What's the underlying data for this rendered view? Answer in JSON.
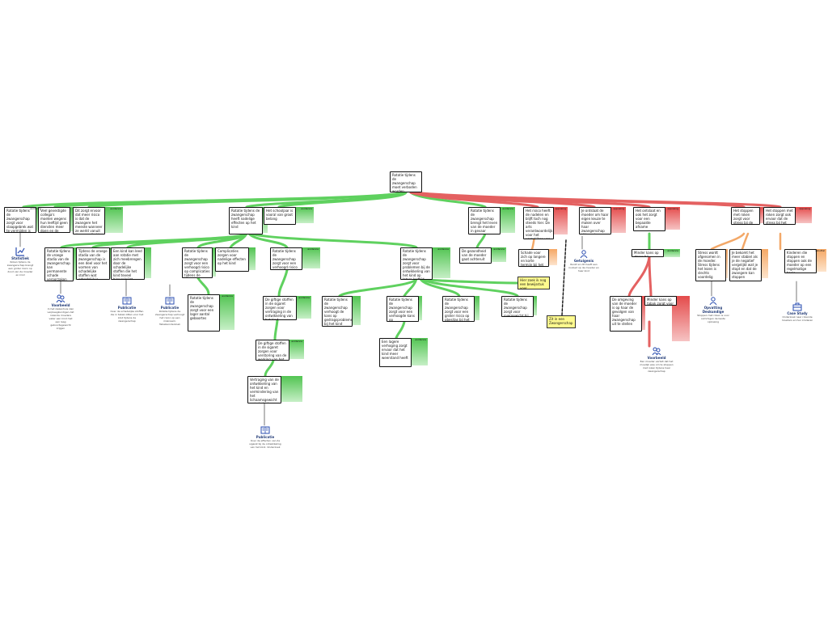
{
  "colors": {
    "support": "#52c452",
    "oppose": "#e44b4b",
    "rebuttal": "#f5a865",
    "note": "#fffb8f"
  },
  "root": {
    "text": "Rotatie tijdens de zwangerschap moet verboden worden"
  },
  "nodes": {
    "n1": {
      "text": "Rotatie tijdens de zwangerschap zorgt voor slaapgebrek wat te vermijden is",
      "tag": "evidence"
    },
    "n2": {
      "text": "Veel gevestigde collega's moeten wegens hun leeftijd geen diensten meer doen en de ondertussen zwangere het woord doet",
      "tag": "evidence"
    },
    "n3": {
      "text": "Dit zorgt ervoor dat meer risico is dat de zwangere het meeste wanneer ze werkt vanuit de gezondheid van de zwangerschap",
      "tag": "evidence"
    },
    "n4": {
      "text": "Rotatie tijdens de zwangerschap heeft nadelige effecten op het kind",
      "tag": "evidence"
    },
    "n5": {
      "text": "Het schooljaar is vooral van groot belang",
      "tag": "evidence"
    },
    "n6": {
      "text": "Rotatie tijdens de zwangerschap brengt het leven van de moeder in gevaar",
      "tag": "evidence"
    },
    "n7": {
      "text": "Het risico heeft de nadelen en blijft toch nog steeds hier. De arts verantwoordelijk voor het vergelijken van de moeder",
      "tag": "opposing"
    },
    "n8": {
      "text": "Je ontslaat de moeder om haar eigen keuze te maken over haar zwangerschap tijdens de zwangerschap",
      "tag": "opposing"
    },
    "n9": {
      "text": "Het ontslaat en ook het zorgt voor een bepaalde afname",
      "tag": "opposing"
    },
    "n10": {
      "text": "Het stoppen met roken zorgt voor stress bij de moeder",
      "tag": "opposing"
    },
    "n11": {
      "text": "Het stoppen met roken zorgt ook ervoor dat de stress bij het kind",
      "tag": "opposing"
    },
    "n12": {
      "text": "Rotatie tijdens de vroege stadia van de zwangerschap kan permanente schade veroorzaken bij het kind",
      "tag": "evidence"
    },
    "n13": {
      "text": "Tijdens de vroege stadia van de zwangerschap is een deel voor het vormen van schadelijke stoffen wat schadelijk is",
      "tag": "evidence"
    },
    "n14": {
      "text": "Een kind kan leed aan rotatie met zich meebrengen door de schadelijke stoffen die het kind teveel binnenkrijgt",
      "tag": "evidence"
    },
    "n15": {
      "text": "Rotatie tijdens de zwangerschap zorgt voor een verhoogd risico op complicaties tijdens de zwangerschap",
      "tag": "evidence"
    },
    "n16": {
      "text": "Complicaties zorgen voor nadelige effecten op het kind",
      "tag": "evidence"
    },
    "n17": {
      "text": "Rotatie tijdens de zwangerschap zorgt voor een verhoogd risico op een miskraam",
      "tag": "evidence"
    },
    "n18": {
      "text": "Rotatie tijdens de zwangerschap zorgt voor problemen bij de ontwikkeling van het kind op latere leeftijd",
      "tag": "evidence"
    },
    "n19": {
      "text": "De gezondheid van de moeder gaat achteruit",
      "tag": "evidence"
    },
    "n20": {
      "text": "Schade voor zich op langere en korte termijn bij het kind",
      "tag": "rebuttal"
    },
    "n21": {
      "text": "Minder kans op stress bij moeder",
      "tag": "evidence"
    },
    "n22": {
      "text": "Stress wordt afgenomen in de moeder. Stress tijdens het lezen is slechts voordelig",
      "tag": "rebuttal"
    },
    "n23": {
      "text": "Je bekomt het meer stabiel als je de negatief vergelijkt wat je stopt en dat de zwangere kan stoppen",
      "tag": "rebuttal"
    },
    "n24": {
      "text": "Kinderen die stoppen en stoppen ook de moeder op een regelmatige basis",
      "tag": "rebuttal"
    },
    "n25": {
      "text": "Rotatie tijdens de zwangerschap zorgt voor een lager aantal geboortes",
      "tag": "evidence"
    },
    "n26": {
      "text": "De giftige stoffen in de sigaret zorgen voor vertraging in de ontwikkeling van het kind",
      "tag": "evidence"
    },
    "n27": {
      "text": "Rotatie tijdens de zwangerschap verhoogt de kans op gedragsproblemen bij het kind",
      "tag": "evidence"
    },
    "n28": {
      "text": "Rotatie tijdens de zwangerschap zorgt voor een verhoogde kans op ademhalingsproblemen bij het kind",
      "tag": "evidence"
    },
    "n29": {
      "text": "Rotatie tijdens de zwangerschap zorgt voor een groter risico op obesitas bij het kind op latere leeftijd",
      "tag": "evidence"
    },
    "n30": {
      "text": "Rotatie tijdens de zwangerschap zorgt voor overgewicht bij het kind",
      "tag": "evidence"
    },
    "n31": {
      "text": "De giftige stoffen in de sigaret zorgen voor verstoring van de werking van het kind",
      "tag": "evidence"
    },
    "n32": {
      "text": "Een lagere verhoging zorgt ervoor dat het kind meer weerstand heeft",
      "tag": "evidence"
    },
    "n33": {
      "text": "De omgeving van de moeder is op haar de gevolgen van haar zwangerschap uit te stellen",
      "tag": "opposing"
    },
    "n34": {
      "text": "Minder kans op tabak zorgt voor stoppen met roken",
      "tag": "opposing"
    },
    "n35": {
      "text": "Vertraging van de ontwikkeling van het kind en vermindering van het lichaamsgewicht wat slecht is voor het kind",
      "tag": "evidence"
    }
  },
  "notes": {
    "m1": "Hier zoek ik nog een bewijsstuk voor",
    "m2": "Zit in een Zwangerschap"
  },
  "evidence": [
    {
      "icon": "statistic-icon",
      "title": "Statistiek",
      "desc": "Roken tijdens de zwangerschap brengt een groter risico op dood van de moeder en kind"
    },
    {
      "icon": "expert-icon",
      "title": "Voorbeeld",
      "desc": "In het ziekenhuis zien verpleegkundigen dat rokende moeders vaker een kind met een laag geboortegewicht krijgen"
    },
    {
      "icon": "publication-icon",
      "title": "Publicatie",
      "desc": "Over de schadelijke stoffen die in tabak zitten voor het kind tijdens de zwangerschap"
    },
    {
      "icon": "publication-icon",
      "title": "Publicatie",
      "desc": "Rotatie tijdens de zwangerschap verhoogt het risico op een miskraam. Tabaksonderzoek"
    },
    {
      "icon": "expert-icon",
      "title": "Getuigenis",
      "desc": "Rookt en dit heeft een invloed op de moeder en haar kind"
    },
    {
      "icon": "publication-icon",
      "title": "Publicatie",
      "desc": "Over de effecten van de sigaret bij de ontwikkeling van het kind. Onderzoek"
    },
    {
      "icon": "expert-icon",
      "title": "Voorbeeld",
      "desc": "Een moeder vertelt dat het moeilijk was om te stoppen met roken tijdens haar zwangerschap"
    },
    {
      "icon": "expert-icon",
      "title": "Opvatting Deskundige",
      "desc": "Stoppen met roken is voor sommigen de beste oplossing"
    },
    {
      "icon": "case-icon",
      "title": "Case Study",
      "desc": "Onderzoek naar rokende moeders en hun kinderen"
    }
  ]
}
